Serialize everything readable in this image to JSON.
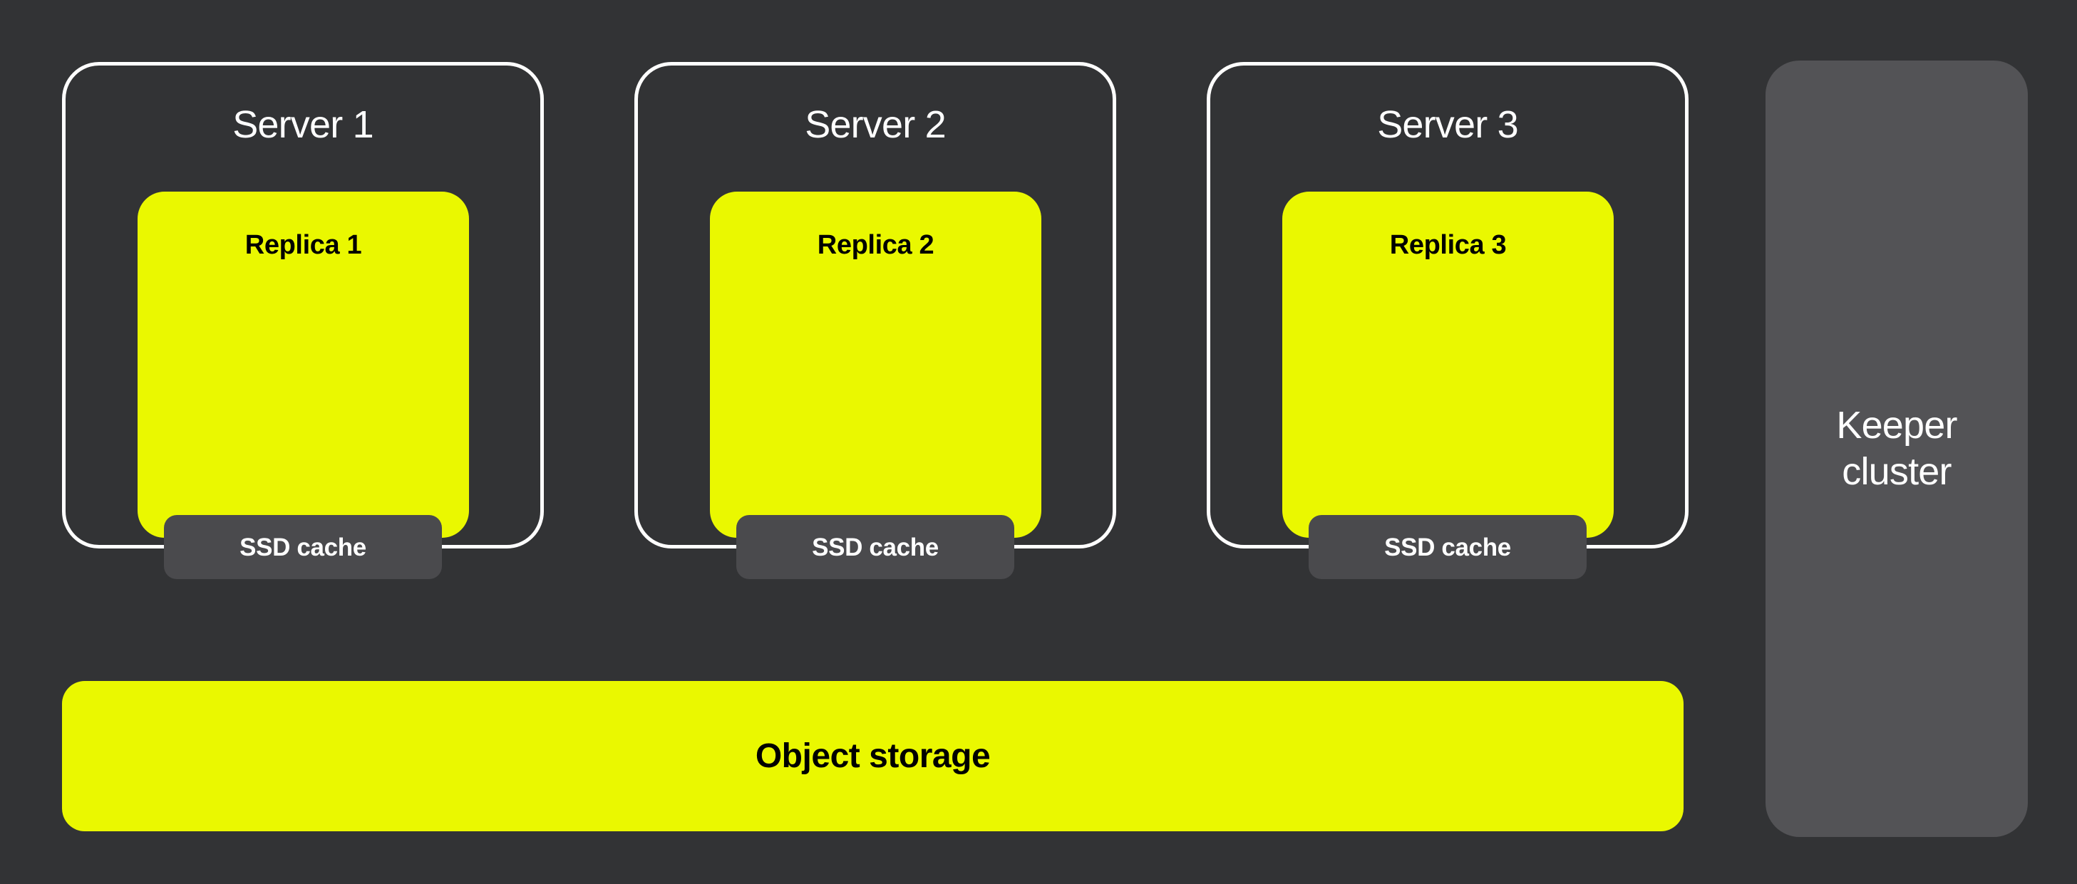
{
  "diagram": {
    "title_hint": "replicated database servers with shared object storage and keeper cluster",
    "servers": [
      {
        "label": "Server 1",
        "replica_label": "Replica 1",
        "cache_label": "SSD cache"
      },
      {
        "label": "Server 2",
        "replica_label": "Replica 2",
        "cache_label": "SSD cache"
      },
      {
        "label": "Server 3",
        "replica_label": "Replica 3",
        "cache_label": "SSD cache"
      }
    ],
    "object_storage_label": "Object storage",
    "keeper_label": "Keeper cluster",
    "colors": {
      "background": "#323335",
      "accent_yellow": "#EAF800",
      "cache_gray": "#4A4A4D",
      "keeper_gray": "#535356",
      "border_white": "#FFFFFF",
      "text_dark": "#000000",
      "text_light": "#FFFFFF"
    }
  }
}
